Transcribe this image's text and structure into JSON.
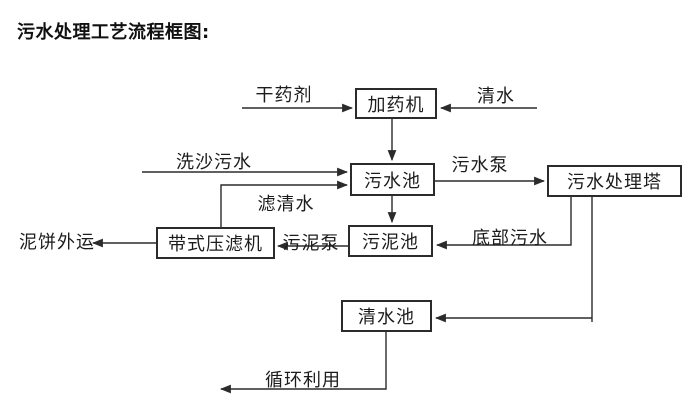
{
  "title": "污水处理工艺流程框图:",
  "colors": {
    "background": "#ffffff",
    "line": "#2b2b2b",
    "box_border": "#2b2b2b",
    "text": "#1c1c1c"
  },
  "boxes": [
    {
      "id": "dosing-machine",
      "label": "加药机"
    },
    {
      "id": "sewage-pool",
      "label": "污水池"
    },
    {
      "id": "sewage-treatment-tower",
      "label": "污水处理塔"
    },
    {
      "id": "sludge-pool",
      "label": "污泥池"
    },
    {
      "id": "belt-filter-press",
      "label": "带式压滤机"
    },
    {
      "id": "clean-water-pool",
      "label": "清水池"
    }
  ],
  "edge_labels": [
    {
      "id": "dry-chemical",
      "label": "干药剂"
    },
    {
      "id": "clean-water",
      "label": "清水"
    },
    {
      "id": "sand-washing-sewage",
      "label": "洗沙污水"
    },
    {
      "id": "sewage-pump",
      "label": "污水泵"
    },
    {
      "id": "filtered-clean-water",
      "label": "滤清水"
    },
    {
      "id": "sludge-pump",
      "label": "污泥泵"
    },
    {
      "id": "bottom-sewage",
      "label": "底部污水"
    },
    {
      "id": "mud-cake-transport",
      "label": "泥饼外运"
    },
    {
      "id": "recycling-use",
      "label": "循环利用"
    }
  ]
}
